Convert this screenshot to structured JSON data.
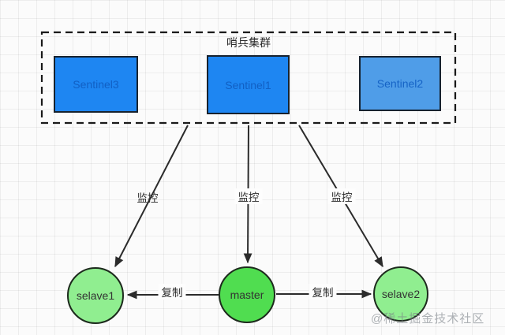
{
  "diagram": {
    "cluster_title": "哨兵集群",
    "sentinels": [
      {
        "label": "Sentinel3"
      },
      {
        "label": "Sentinel1"
      },
      {
        "label": "Sentinel2"
      }
    ],
    "redis_nodes": [
      {
        "label": "selave1",
        "role": "slave"
      },
      {
        "label": "master",
        "role": "master"
      },
      {
        "label": "selave2",
        "role": "slave"
      }
    ],
    "monitor_labels": [
      "监控",
      "监控",
      "监控"
    ],
    "replicate_labels": [
      "复制",
      "复制"
    ],
    "watermark": "@稀土掘金技术社区",
    "colors": {
      "sentinel_fill": "#1e86f2",
      "sentinel_alt_fill": "#4f9de8",
      "sentinel_text": "#1160c4",
      "slave_fill": "#90ee90",
      "master_fill": "#50dd50",
      "node_border": "#1d2a1d",
      "arrow": "#2b2b2b",
      "grid_background": "#fbfbfb"
    }
  }
}
